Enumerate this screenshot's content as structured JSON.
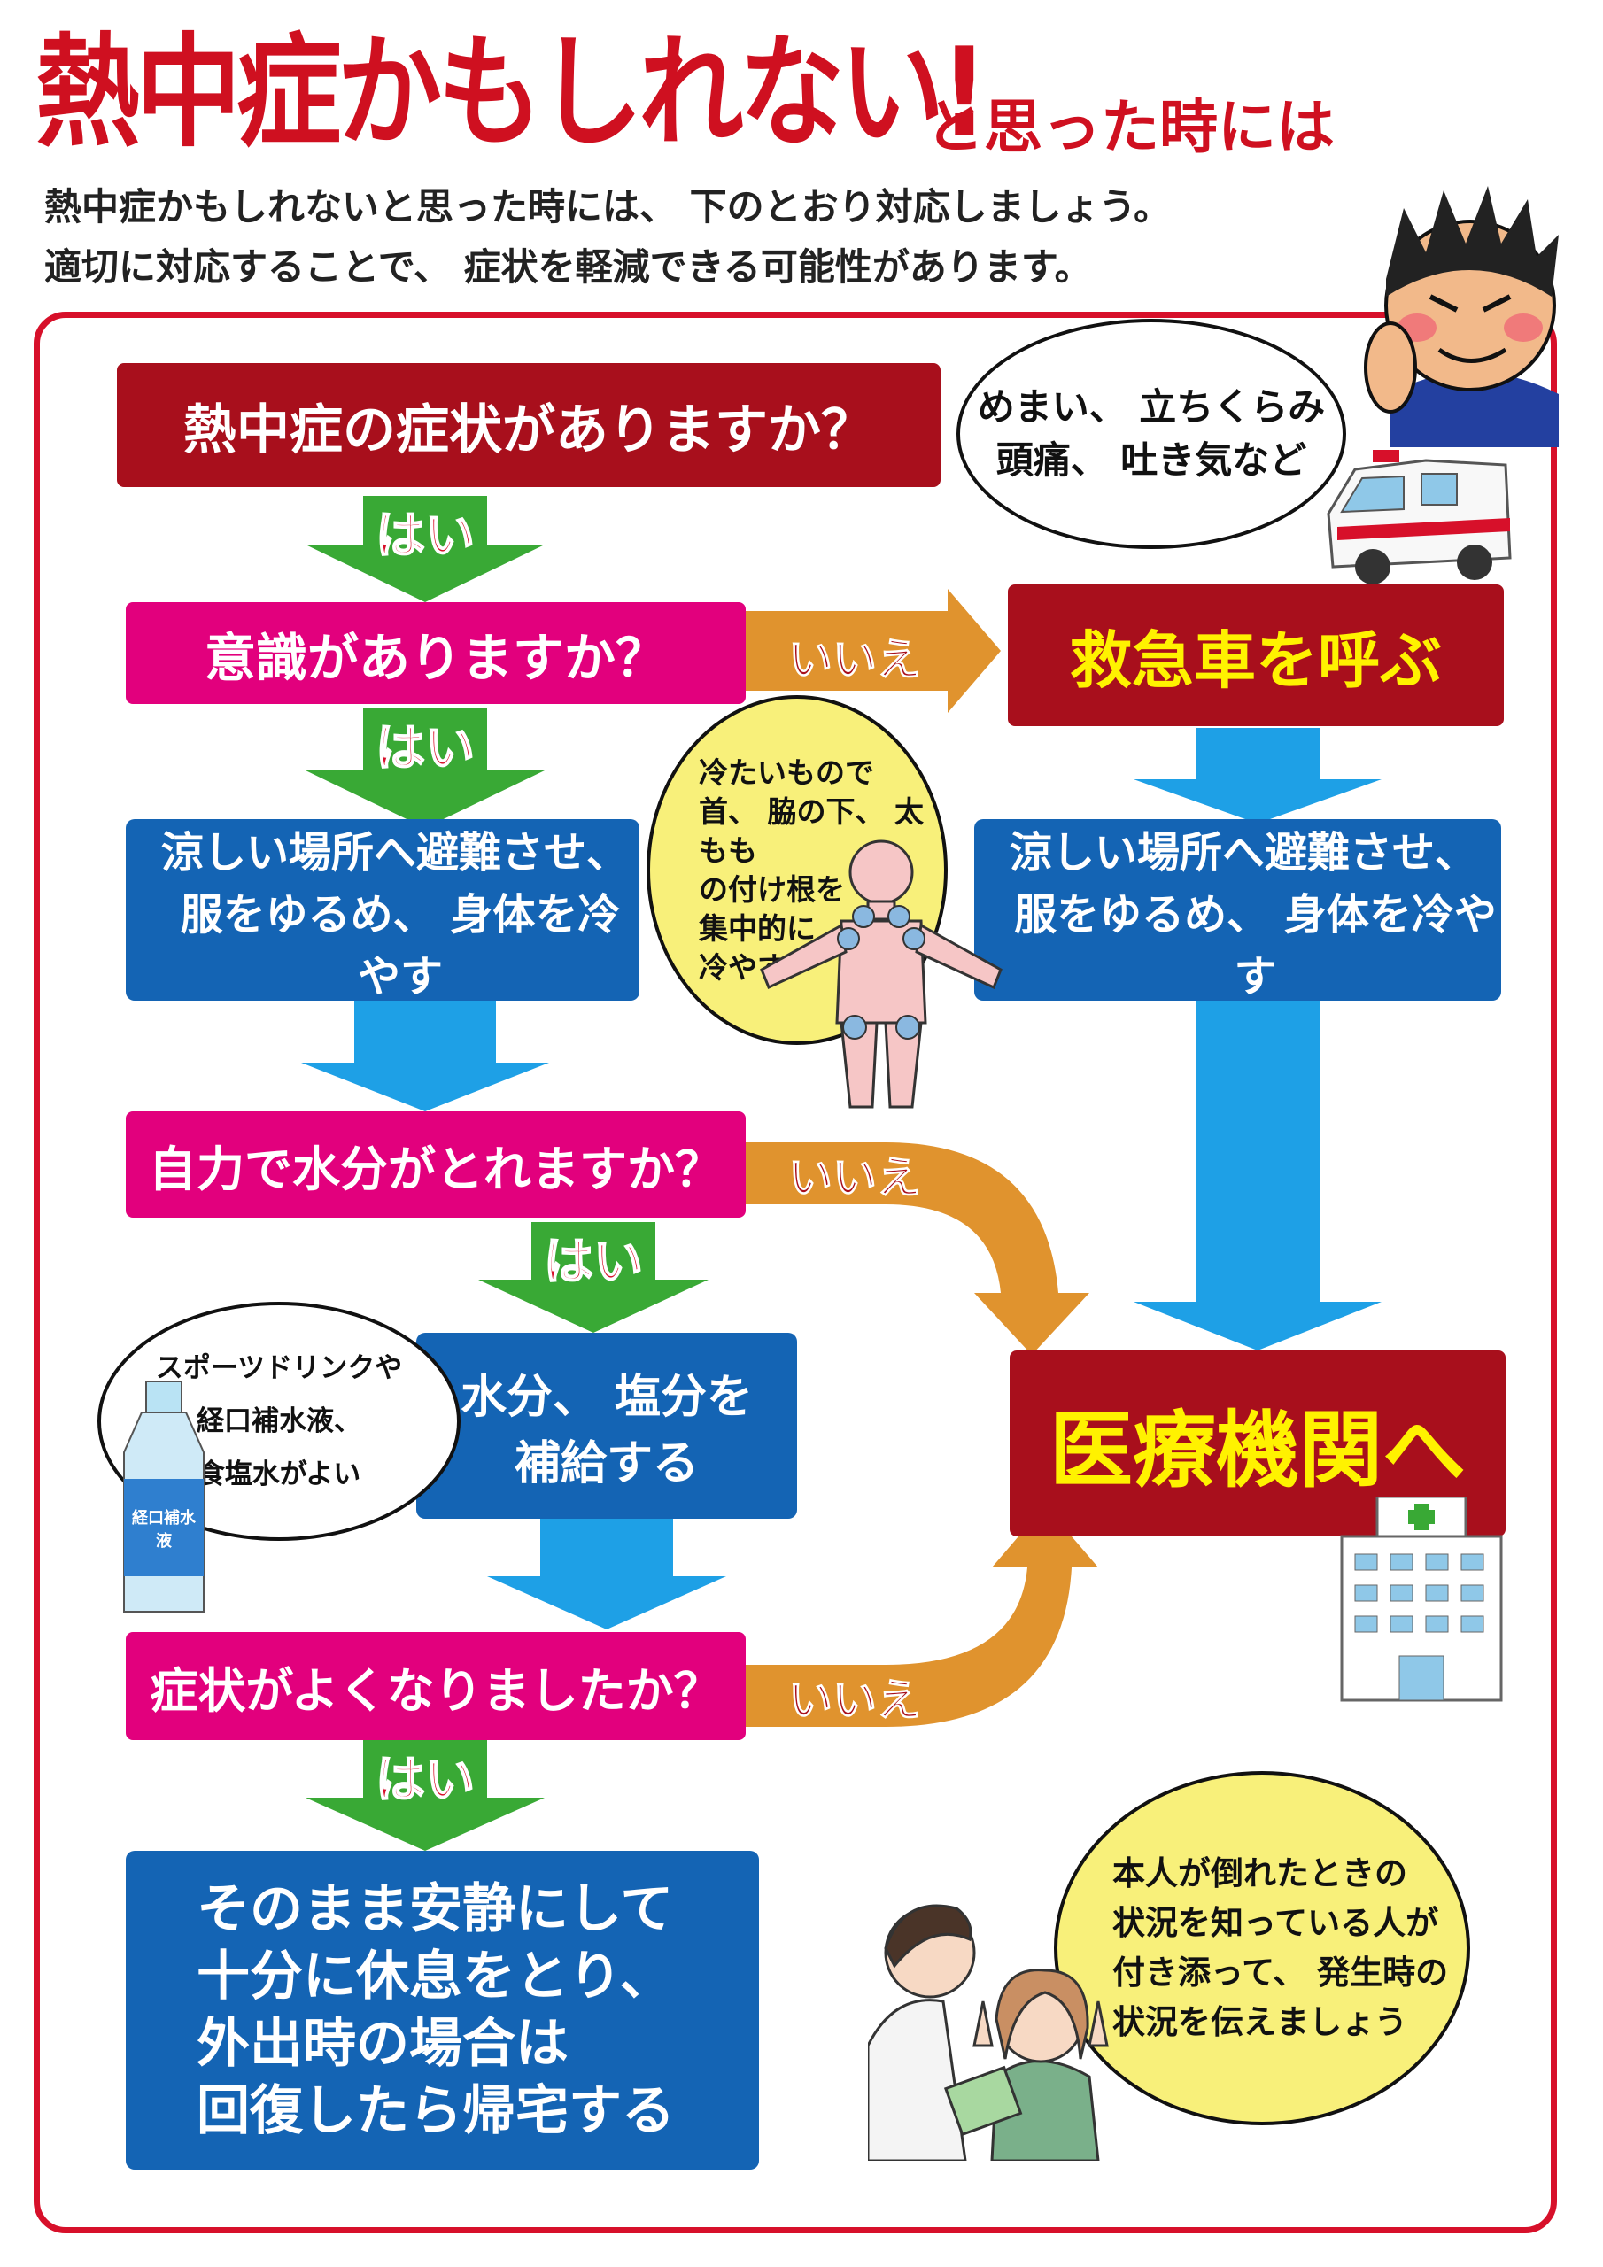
{
  "header": {
    "title": "熱中症かもしれない!",
    "title_suffix": "と思った時には",
    "intro_line1": "熱中症かもしれないと思った時には、 下のとおり対応しましょう。",
    "intro_line2": "適切に対応することで、 症状を軽減できる可能性があります。"
  },
  "flow": {
    "q1": "熱中症の症状がありますか？",
    "q2": "意識がありますか？",
    "call_ambulance": "救急車を呼ぶ",
    "cool_left_line1": "涼しい場所へ避難させ、",
    "cool_left_line2": "服をゆるめ、 身体を冷やす",
    "cool_right_line1": "涼しい場所へ避難させ、",
    "cool_right_line2": "服をゆるめ、 身体を冷やす",
    "q3": "自力で水分がとれますか？",
    "hydrate_line1": "水分、 塩分を",
    "hydrate_line2": "補給する",
    "hospital": "医療機関へ",
    "q4": "症状がよくなりましたか？",
    "final_line1": "そのまま安静にして",
    "final_line2": "十分に休息をとり、",
    "final_line3": "外出時の場合は",
    "final_line4": "回復したら帰宅する",
    "yes": "はい",
    "no": "いいえ"
  },
  "bubbles": {
    "symptoms_line1": "めまい、 立ちくらみ",
    "symptoms_line2": "頭痛、 吐き気など",
    "cooling_line1": "冷たいもので",
    "cooling_line2": "首、 脇の下、 太もも",
    "cooling_line3": "の付け根を",
    "cooling_line4": "集中的に",
    "cooling_line5": "冷やす",
    "drink_line1": "スポーツドリンクや",
    "drink_line2": "経口補水液、",
    "drink_line3": "食塩水がよい",
    "bottle_label": "経口補水液",
    "witness_line1": "本人が倒れたときの",
    "witness_line2": "状況を知っている人が",
    "witness_line3": "付き添って、 発生時の",
    "witness_line4": "状況を伝えましょう"
  },
  "colors": {
    "title_red": "#cf1020",
    "dark_red_box": "#a80f1c",
    "pink_box": "#e2007d",
    "blue_box": "#1464b4",
    "green_arrow": "#39a935",
    "cyan_arrow": "#1ea0e6",
    "orange_arrow": "#e0932e",
    "yellow_text": "#fff200",
    "yellow_bubble": "#f8f07a"
  },
  "icons": [
    "boy-character-icon",
    "ambulance-icon",
    "body-diagram-icon",
    "water-bottle-icon",
    "hospital-icon",
    "nurse-and-patient-icon"
  ]
}
